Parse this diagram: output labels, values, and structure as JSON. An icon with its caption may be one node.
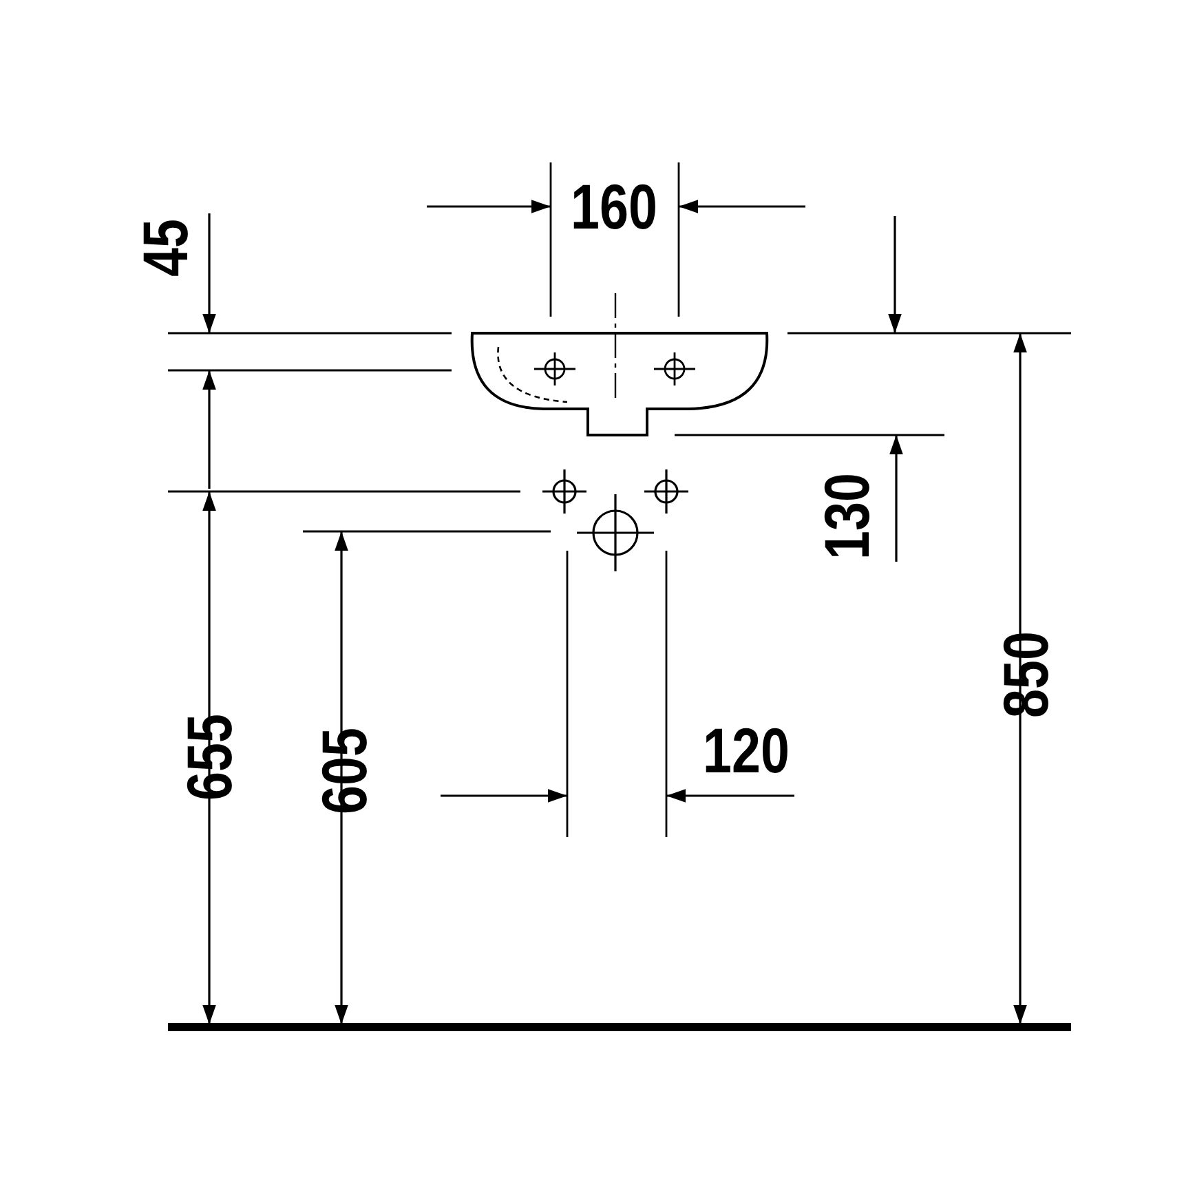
{
  "diagram": {
    "labels": [
      "45",
      "160",
      "130",
      "850",
      "655",
      "605",
      "120"
    ]
  }
}
